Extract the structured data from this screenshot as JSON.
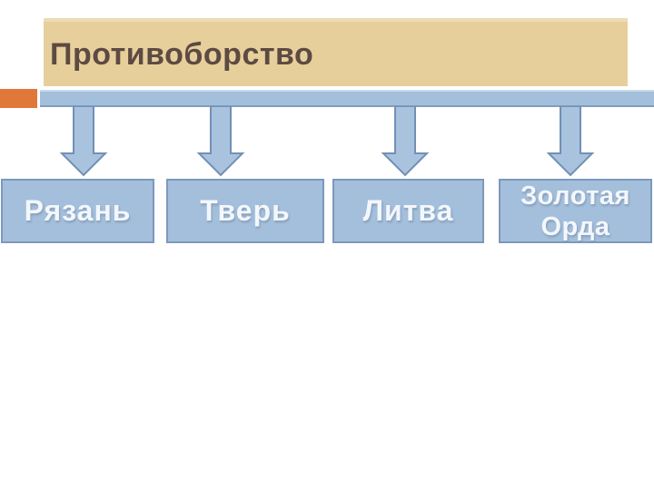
{
  "slide": {
    "title": "Противоборство",
    "diagram": {
      "boxes": [
        {
          "label": "Рязань"
        },
        {
          "label": "Тверь"
        },
        {
          "label": "Литва"
        },
        {
          "label": "Золотая Орда"
        }
      ],
      "arrow_icon": "down-arrow-icon",
      "arrow_count": 4
    },
    "colors": {
      "background": "#ffffff",
      "title_bg": "#e6cf9b",
      "title_text": "#5d4a42",
      "accent_orange": "#e0783a",
      "shape_fill": "#a4bfdb",
      "shape_border": "#7d99bb",
      "box_text": "#f3f7fb"
    }
  }
}
